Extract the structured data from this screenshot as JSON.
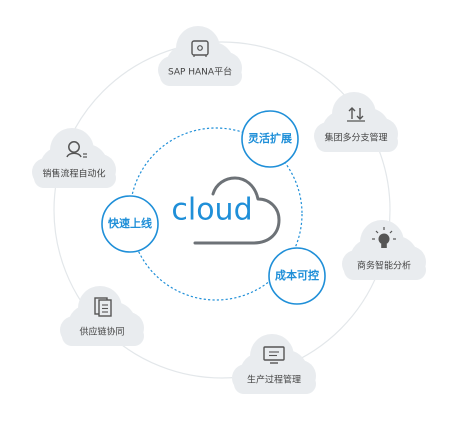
{
  "center": {
    "label": "cloud"
  },
  "features": [
    {
      "label": "灵活扩展"
    },
    {
      "label": "快速上线"
    },
    {
      "label": "成本可控"
    }
  ],
  "nodes": [
    {
      "label": "SAP HANA平台",
      "icon": "safe-icon"
    },
    {
      "label": "集团多分支管理",
      "icon": "transfer-arrows-icon"
    },
    {
      "label": "销售流程自动化",
      "icon": "user-icon"
    },
    {
      "label": "商务智能分析",
      "icon": "lightbulb-icon"
    },
    {
      "label": "供应链协同",
      "icon": "document-icon"
    },
    {
      "label": "生产过程管理",
      "icon": "monitor-icon"
    }
  ],
  "colors": {
    "accent": "#1f8fd8",
    "node_bubble": "#e9ecef",
    "ring": "#dfe4e8"
  }
}
